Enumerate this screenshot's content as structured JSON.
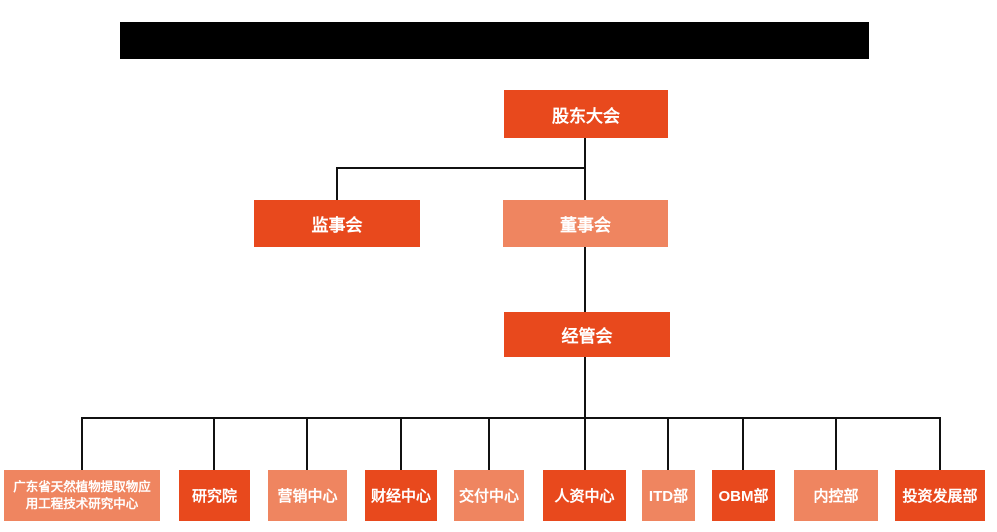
{
  "colors": {
    "primary": "#E8491D",
    "secondary": "#EF8560",
    "connector": "#111111",
    "node_text": "#FFFFFF",
    "redaction_bar": "#000000",
    "background": "#FFFFFF"
  },
  "org_chart": {
    "nodes": [
      {
        "id": "shareholders-meeting",
        "label": "股东大会",
        "variant": "primary"
      },
      {
        "id": "supervisory-board",
        "label": "监事会",
        "variant": "primary"
      },
      {
        "id": "board-of-directors",
        "label": "董事会",
        "variant": "secondary"
      },
      {
        "id": "management-committee",
        "label": "经管会",
        "variant": "primary"
      }
    ],
    "departments": [
      {
        "label": "广东省天然植物提取物应用工程技术研究中心",
        "label_lines": [
          "广东省天然植物提取物应",
          "用工程技术研究中心"
        ],
        "variant": "secondary"
      },
      {
        "label": "研究院",
        "variant": "primary"
      },
      {
        "label": "营销中心",
        "variant": "secondary"
      },
      {
        "label": "财经中心",
        "variant": "primary"
      },
      {
        "label": "交付中心",
        "variant": "secondary"
      },
      {
        "label": "人资中心",
        "variant": "primary"
      },
      {
        "label": "ITD部",
        "variant": "secondary"
      },
      {
        "label": "OBM部",
        "variant": "primary"
      },
      {
        "label": "内控部",
        "variant": "secondary"
      },
      {
        "label": "投资发展部",
        "variant": "primary"
      }
    ],
    "edges": [
      {
        "from": "股东大会",
        "to": "监事会"
      },
      {
        "from": "股东大会",
        "to": "董事会"
      },
      {
        "from": "董事会",
        "to": "经管会"
      },
      {
        "from": "经管会",
        "to": "广东省天然植物提取物应用工程技术研究中心"
      },
      {
        "from": "经管会",
        "to": "研究院"
      },
      {
        "from": "经管会",
        "to": "营销中心"
      },
      {
        "from": "经管会",
        "to": "财经中心"
      },
      {
        "from": "经管会",
        "to": "交付中心"
      },
      {
        "from": "经管会",
        "to": "人资中心"
      },
      {
        "from": "经管会",
        "to": "ITD部"
      },
      {
        "from": "经管会",
        "to": "OBM部"
      },
      {
        "from": "经管会",
        "to": "内控部"
      },
      {
        "from": "经管会",
        "to": "投资发展部"
      }
    ]
  }
}
